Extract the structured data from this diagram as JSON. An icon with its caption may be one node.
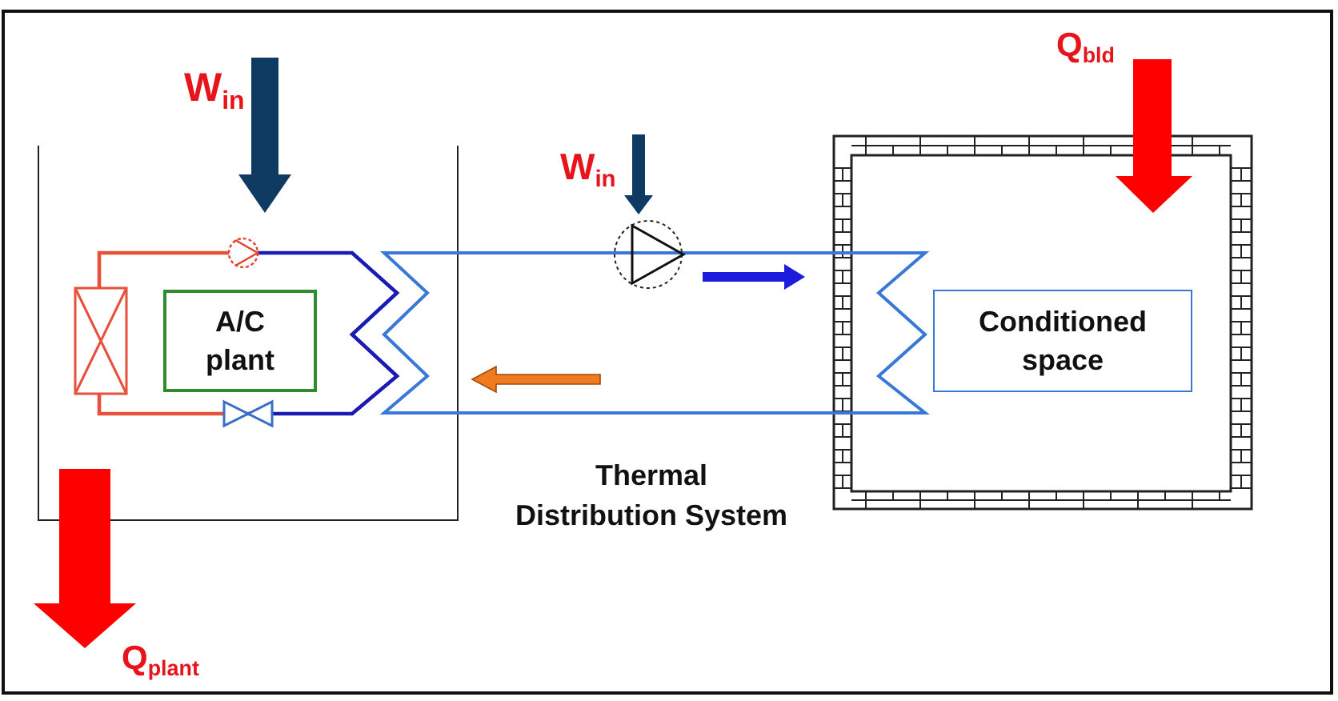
{
  "diagram": {
    "nodes": [
      {
        "text": [
          "A/C plant"
        ]
      },
      {
        "text": [
          "Conditioned space"
        ]
      }
    ],
    "labels": [
      "W$_{in}$",
      "W$_{in}$",
      "Q$_{bld}$",
      "Thermal Distribution System",
      "Q$_{plant}$"
    ]
  }
}
